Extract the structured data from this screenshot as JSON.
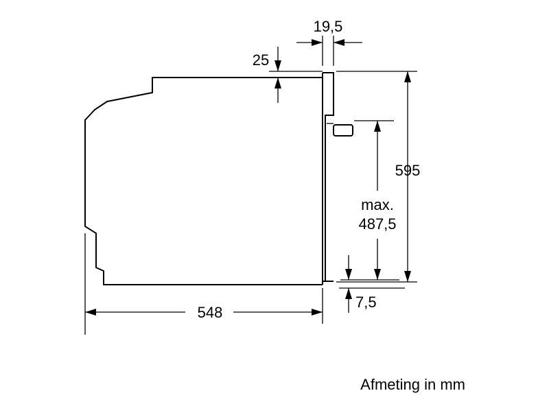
{
  "diagram": {
    "dimensions": {
      "width_top": "19,5",
      "gap_top": "25",
      "height_total": "595",
      "height_max_line1": "max.",
      "height_max_line2": "487,5",
      "depth": "548",
      "gap_bottom": "7,5"
    },
    "caption": "Afmeting in mm"
  }
}
